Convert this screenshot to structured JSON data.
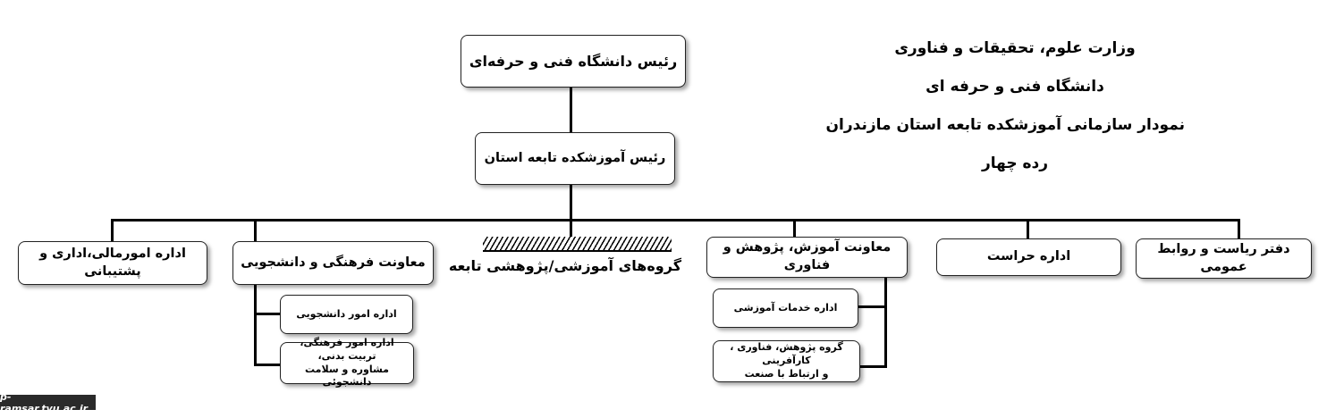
{
  "heading": {
    "line1": "وزارت علوم، تحقیقات و فناوری",
    "line2": "دانشگاه فنی و حرفه ای",
    "line3": "نمودار سازمانی آموزشکده تابعه استان مازندران",
    "line4": "رده چهار"
  },
  "chart": {
    "top": "رئیس دانشگاه فنی و حرفه‌ای",
    "director": "رئیس آموزشکده تابعه استان",
    "units": {
      "public_relations": "دفتر ریاست و روابط عمومی",
      "security": "اداره حراست",
      "education_deputy": "معاونت آموزش، پژوهش و فناوری",
      "groups": "گروه‌های آموزشی/پژوهشی تابعه",
      "cultural_deputy": "معاونت فرهنگی و  دانشجویی",
      "finance": "اداره امورمالی،اداری و پشتیبانی"
    },
    "education_sub": {
      "services": "اداره خدمات آموزشی",
      "research_line1": "گروه پژوهش، فناوری ، کارآفرینی",
      "research_line2": "و ارتباط با صنعت"
    },
    "cultural_sub": {
      "student_affairs": "اداره امور دانشجویی",
      "cultural_line1": "اداره امور فرهنگی، تربیت بدنی،",
      "cultural_line2": "مشاوره  و سلامت دانشجوئی"
    }
  },
  "watermark": "p-ramsar.tvu.ac.ir"
}
